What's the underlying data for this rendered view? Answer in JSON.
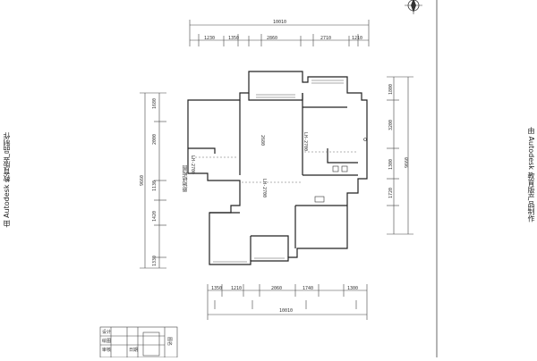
{
  "watermark": "由 Autodesk 教育版产品制作",
  "plan_caption": "原始结构图",
  "room_labels": {
    "living_height": "LH-2700",
    "dining_height": "LH-2700",
    "bedroom_height": "LH-2700",
    "corridor_height": "2680"
  },
  "dims": {
    "top_total": "10010",
    "bottom_total": "10010",
    "left_total": "9660",
    "right_total": "9660",
    "top_segments": [
      "1230",
      "1350",
      "2860",
      "2710",
      "1210"
    ],
    "bottom_segments": [
      "1350",
      "1210",
      "2060",
      "1740",
      "1300"
    ],
    "left_segments": [
      "1680",
      "2000",
      "1130",
      "1420",
      "1330"
    ],
    "right_segments": [
      "1800",
      "3200",
      "1300",
      "1720"
    ]
  },
  "title_block": {
    "label": "图名",
    "rows": [
      "设计",
      "绘图",
      "审核",
      "日期"
    ]
  }
}
